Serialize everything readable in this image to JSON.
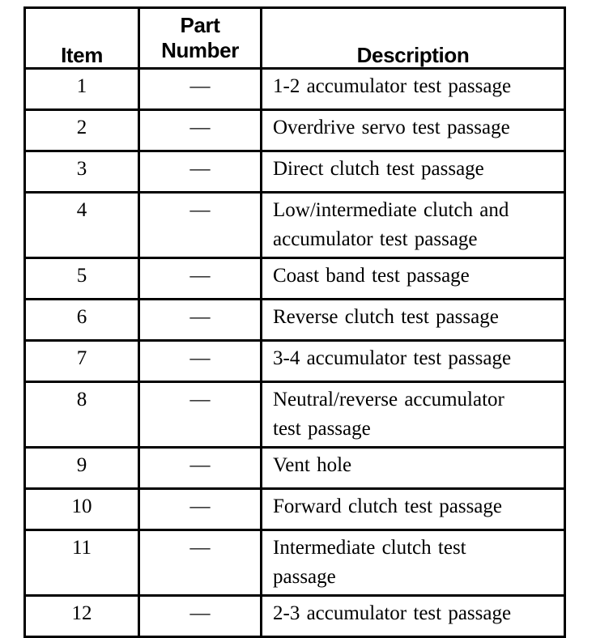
{
  "table": {
    "columns": [
      {
        "key": "item",
        "label": "Item"
      },
      {
        "key": "part_number",
        "label_line1": "Part",
        "label_line2": "Number"
      },
      {
        "key": "description",
        "label": "Description"
      }
    ],
    "rows": [
      {
        "item": "1",
        "part_number": "—",
        "description_lines": [
          "1-2 accumulator  test passage"
        ]
      },
      {
        "item": "2",
        "part_number": "—",
        "description_lines": [
          "Overdrive servo test passage"
        ]
      },
      {
        "item": "3",
        "part_number": "—",
        "description_lines": [
          "Direct clutch test passage"
        ]
      },
      {
        "item": "4",
        "part_number": "—",
        "description_lines": [
          "Low/intermediate clutch and",
          "accumulator test passage"
        ]
      },
      {
        "item": "5",
        "part_number": "—",
        "description_lines": [
          "Coast band test passage"
        ]
      },
      {
        "item": "6",
        "part_number": "—",
        "description_lines": [
          "Reverse clutch test passage"
        ]
      },
      {
        "item": "7",
        "part_number": "—",
        "description_lines": [
          "3-4 accumulator  test passage"
        ]
      },
      {
        "item": "8",
        "part_number": "—",
        "description_lines": [
          "Neutral/reverse accumulator",
          "test passage"
        ]
      },
      {
        "item": "9",
        "part_number": "—",
        "description_lines": [
          "Vent hole"
        ]
      },
      {
        "item": "10",
        "part_number": "—",
        "description_lines": [
          "Forward clutch test passage"
        ]
      },
      {
        "item": "11",
        "part_number": "—",
        "description_lines": [
          "Intermediate clutch test",
          "passage"
        ]
      },
      {
        "item": "12",
        "part_number": "—",
        "description_lines": [
          "2-3 accumulator  test passage"
        ]
      }
    ]
  },
  "style": {
    "border_color": "#000000",
    "text_color": "#000000",
    "background_color": "#ffffff"
  }
}
